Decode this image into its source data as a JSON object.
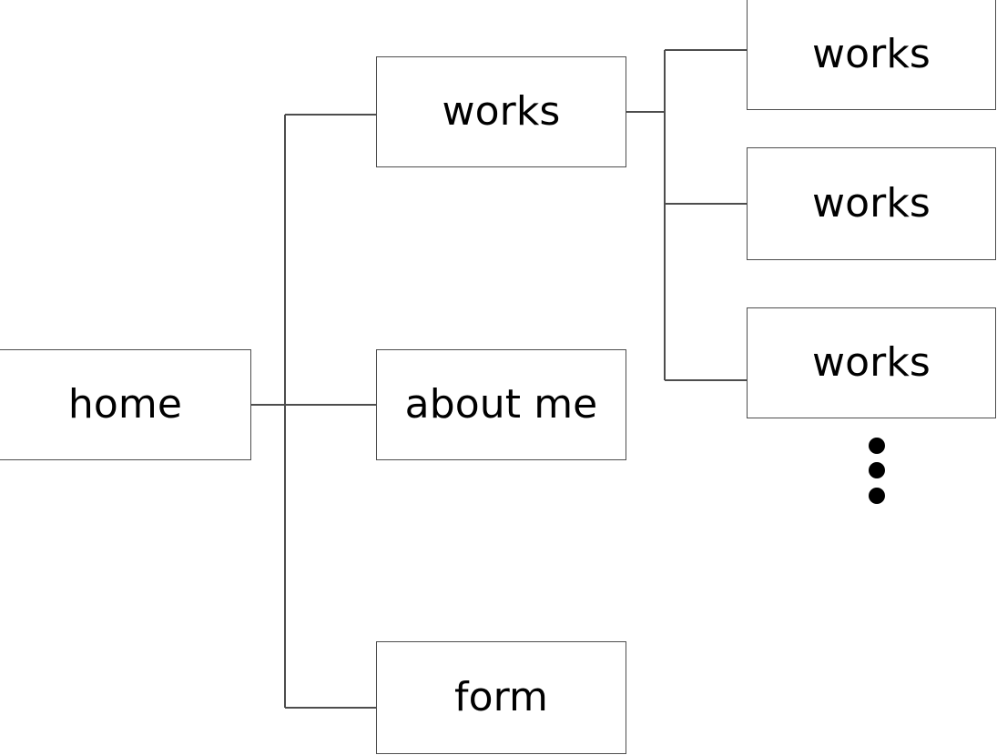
{
  "diagram": {
    "title": "site map tree",
    "type": "tree",
    "background_color": "#ffffff",
    "node_border_color": "#4d4d4d",
    "node_fill_color": "#ffffff",
    "connector_color": "#4d4d4d",
    "text_color": "#000000"
  },
  "nodes": {
    "home": {
      "label": "home",
      "level": 0
    },
    "works": {
      "label": "works",
      "level": 1
    },
    "about": {
      "label": "about me",
      "level": 1
    },
    "form": {
      "label": "form",
      "level": 1
    },
    "work_1": {
      "label": "works",
      "level": 2
    },
    "work_2": {
      "label": "works",
      "level": 2
    },
    "work_3": {
      "label": "works",
      "level": 2
    }
  },
  "ellipsis": {
    "symbol": "vertical-ellipsis",
    "count": 3,
    "meaning": "more works items"
  },
  "edges": [
    {
      "from": "home",
      "to": "works"
    },
    {
      "from": "home",
      "to": "about"
    },
    {
      "from": "home",
      "to": "form"
    },
    {
      "from": "works",
      "to": "work_1"
    },
    {
      "from": "works",
      "to": "work_2"
    },
    {
      "from": "works",
      "to": "work_3"
    }
  ]
}
